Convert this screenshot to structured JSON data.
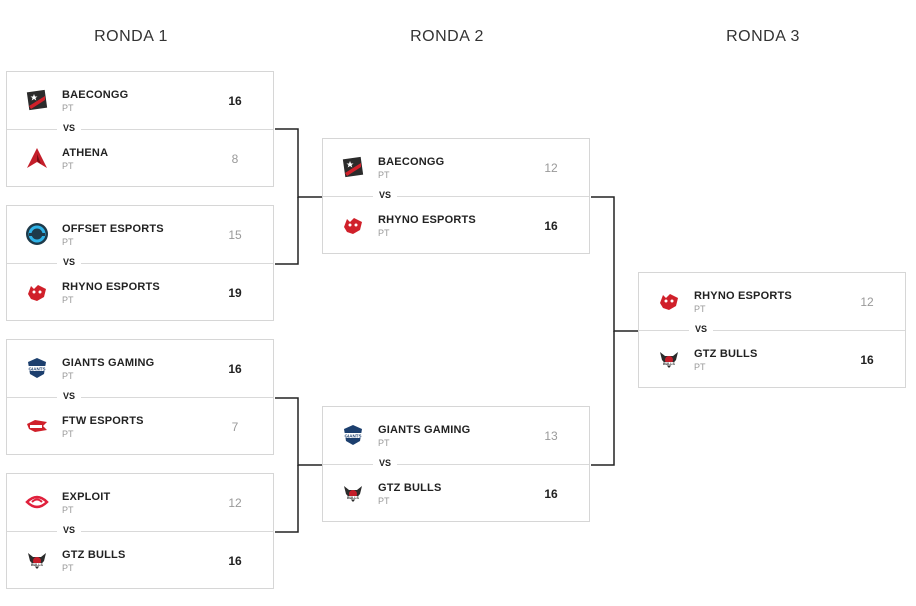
{
  "rounds": [
    {
      "title": "RONDA 1"
    },
    {
      "title": "RONDA 2"
    },
    {
      "title": "RONDA 3"
    }
  ],
  "vs_label": "VS",
  "matches": [
    {
      "teams": [
        {
          "name": "BAECONGG",
          "region": "PT",
          "score": "16",
          "logo": "baecongg-icon",
          "winner": true
        },
        {
          "name": "ATHENA",
          "region": "PT",
          "score": "8",
          "logo": "athena-icon",
          "winner": false
        }
      ]
    },
    {
      "teams": [
        {
          "name": "OFFSET ESPORTS",
          "region": "PT",
          "score": "15",
          "logo": "offset-icon",
          "winner": false
        },
        {
          "name": "RHYNO ESPORTS",
          "region": "PT",
          "score": "19",
          "logo": "rhyno-icon",
          "winner": true
        }
      ]
    },
    {
      "teams": [
        {
          "name": "GIANTS GAMING",
          "region": "PT",
          "score": "16",
          "logo": "giants-icon",
          "winner": true
        },
        {
          "name": "FTW ESPORTS",
          "region": "PT",
          "score": "7",
          "logo": "ftw-icon",
          "winner": false
        }
      ]
    },
    {
      "teams": [
        {
          "name": "EXPLOIT",
          "region": "PT",
          "score": "12",
          "logo": "exploit-icon",
          "winner": false
        },
        {
          "name": "GTZ BULLS",
          "region": "PT",
          "score": "16",
          "logo": "gtz-icon",
          "winner": true
        }
      ]
    },
    {
      "teams": [
        {
          "name": "BAECONGG",
          "region": "PT",
          "score": "12",
          "logo": "baecongg-icon",
          "winner": false
        },
        {
          "name": "RHYNO ESPORTS",
          "region": "PT",
          "score": "16",
          "logo": "rhyno-icon",
          "winner": true
        }
      ]
    },
    {
      "teams": [
        {
          "name": "GIANTS GAMING",
          "region": "PT",
          "score": "13",
          "logo": "giants-icon",
          "winner": false
        },
        {
          "name": "GTZ BULLS",
          "region": "PT",
          "score": "16",
          "logo": "gtz-icon",
          "winner": true
        }
      ]
    },
    {
      "teams": [
        {
          "name": "RHYNO ESPORTS",
          "region": "PT",
          "score": "12",
          "logo": "rhyno-icon",
          "winner": false
        },
        {
          "name": "GTZ BULLS",
          "region": "PT",
          "score": "16",
          "logo": "gtz-icon",
          "winner": true
        }
      ]
    }
  ],
  "colors": {
    "line": "#222222",
    "border": "#d6d6d6",
    "win": "#222222",
    "lose": "#999999",
    "red": "#d0202a"
  }
}
